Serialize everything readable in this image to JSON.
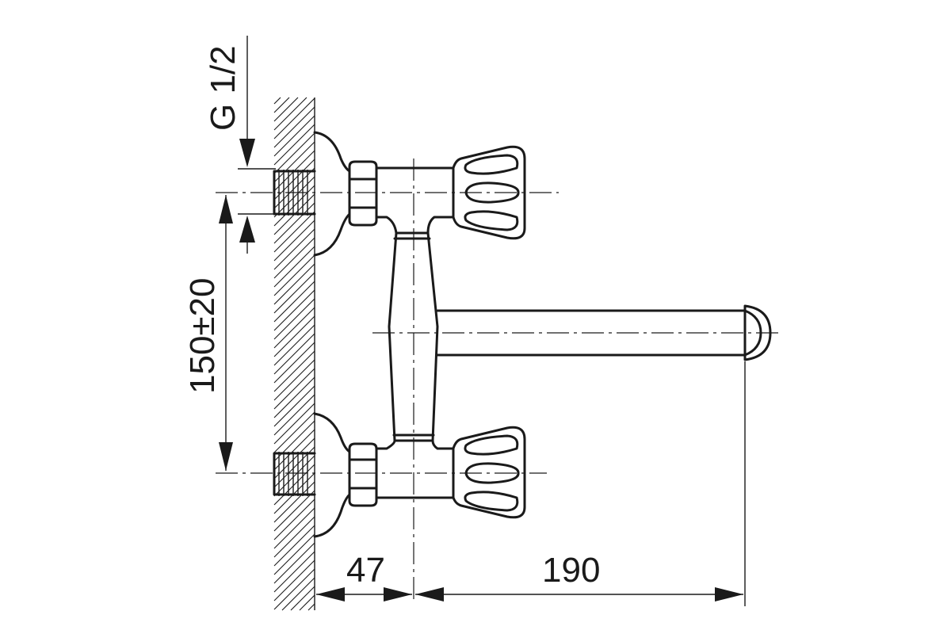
{
  "drawing": {
    "thread_label": "G 1/2",
    "vertical_dimension": "150±20",
    "horizontal_dimension_body": "47",
    "horizontal_dimension_spout": "190"
  }
}
